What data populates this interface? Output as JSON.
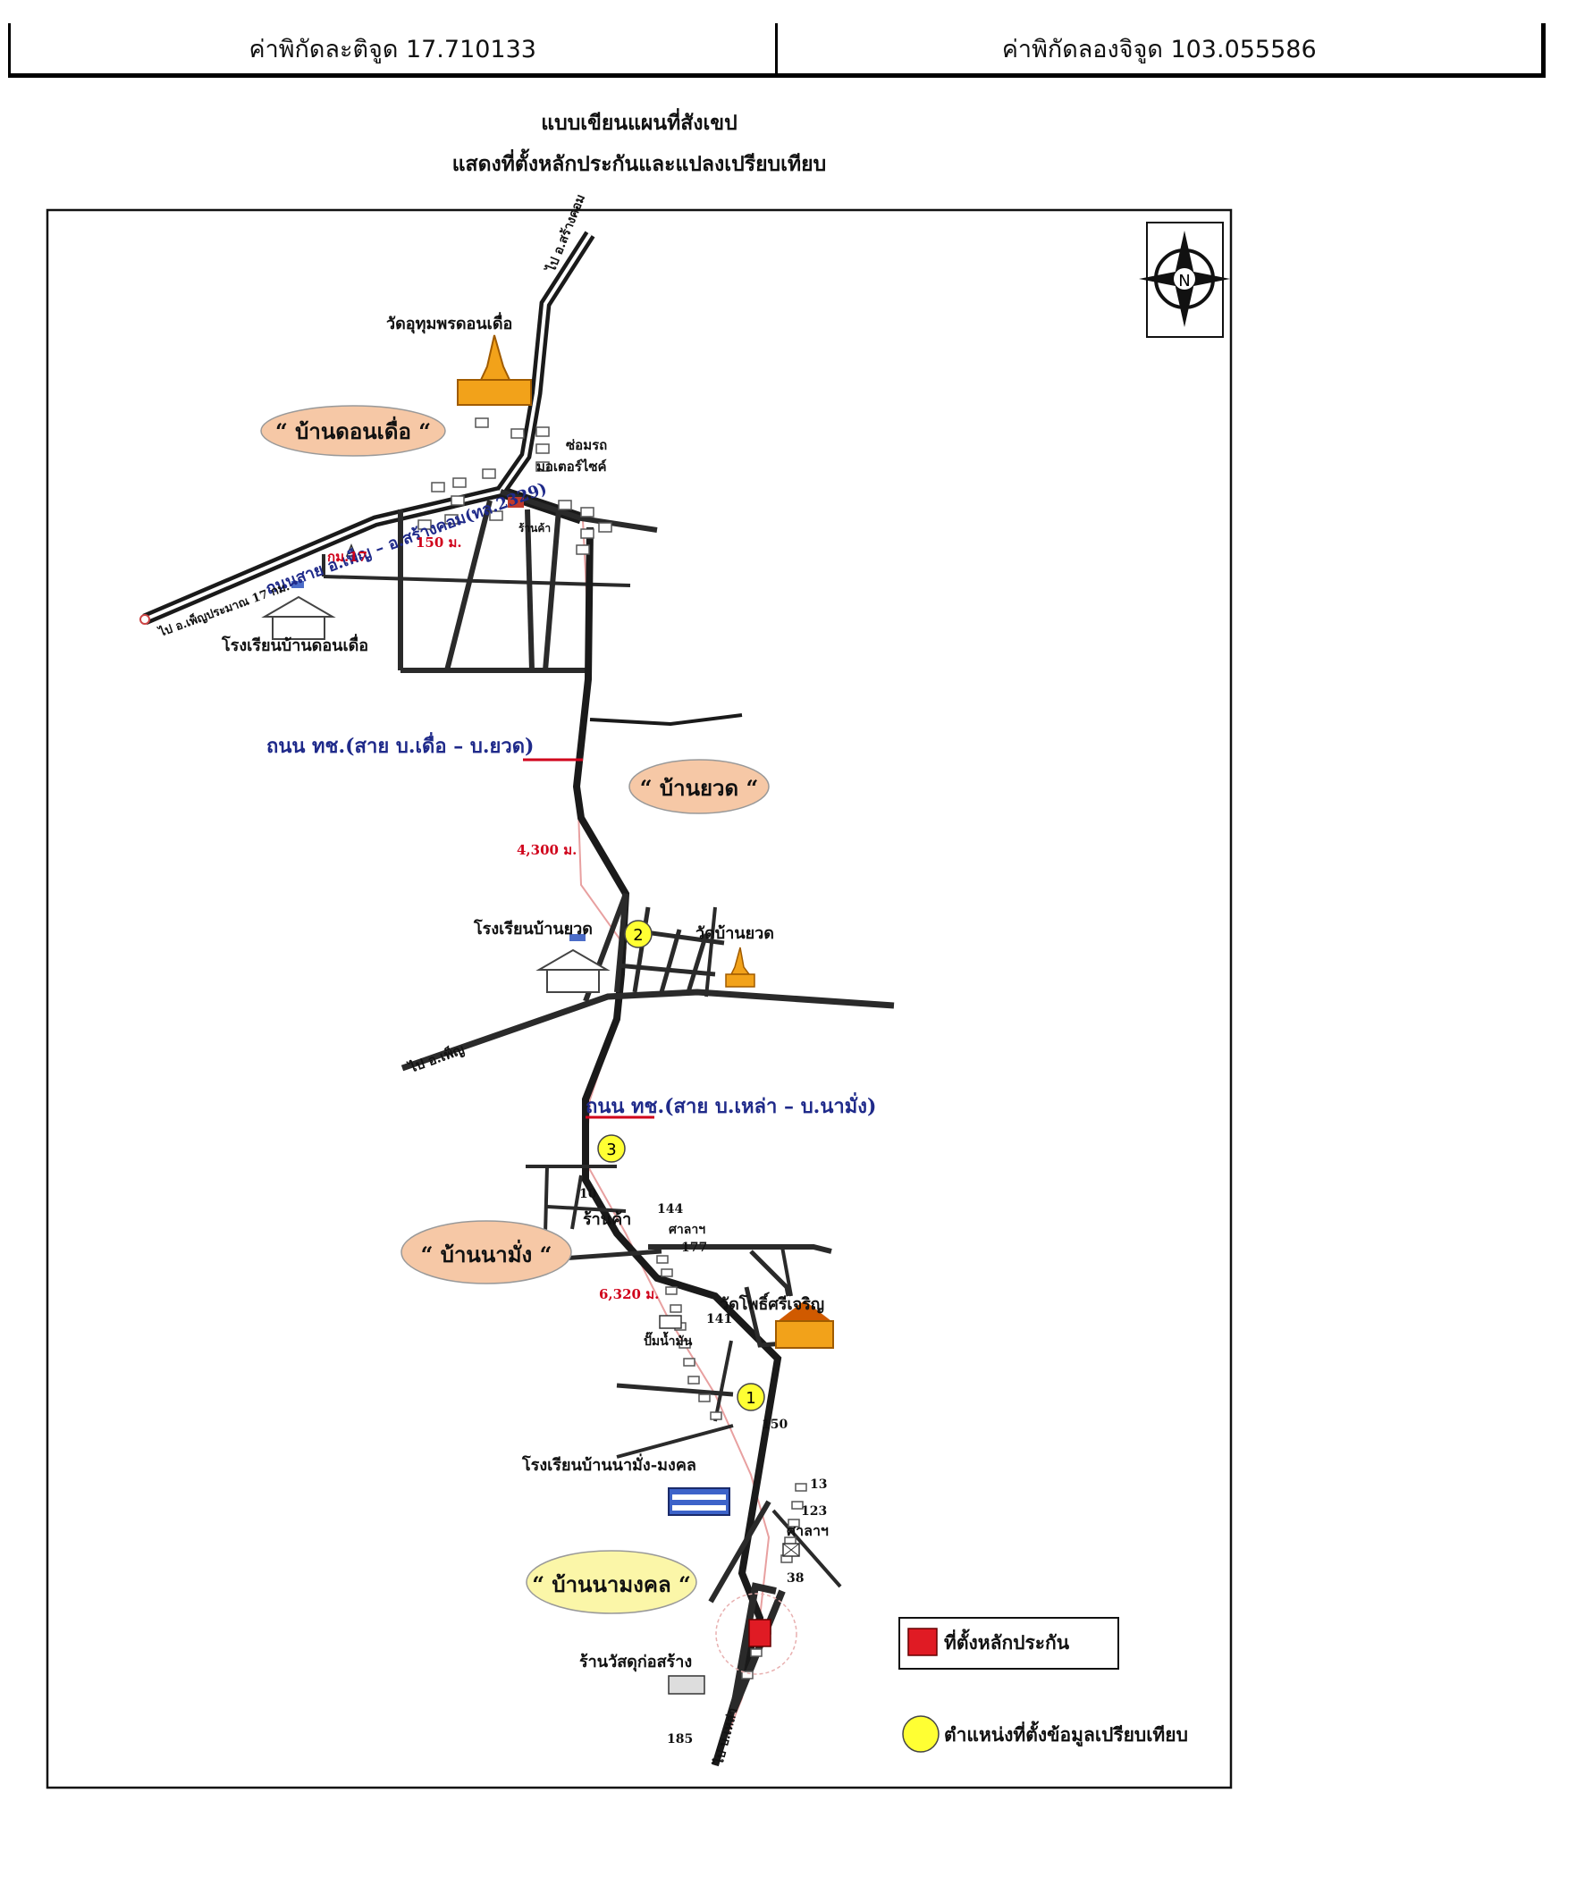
{
  "header": {
    "latitude": "ค่าพิกัดละติจูด 17.710133",
    "longitude": "ค่าพิกัดลองจิจูด 103.055586"
  },
  "titles": {
    "line1": "แบบเขียนแผนที่สังเขป",
    "line2": "แสดงที่ตั้งหลักประกันและแปลงเปรียบเทียบ"
  },
  "north_arrow": {
    "label": "N"
  },
  "villages": {
    "don_duea": "“ บ้านดอนเดื่อ “",
    "yuat": "“ บ้านยวด “",
    "na_mang": "“ บ้านนามั่ง “",
    "na_mongkhon": "“ บ้านนามงคล “"
  },
  "landmarks": {
    "wat_uthum": "วัดอุทุมพรดอนเดื่อ",
    "motorcycle_repair_1": "ซ่อมรถ",
    "motorcycle_repair_2": "มอเตอร์ไซค์",
    "shop_1": "ร้านค้า",
    "school_don_duea": "โรงเรียนบ้านดอนเดื่อ",
    "school_yuat": "โรงเรียนบ้านยวด",
    "wat_yuat": "วัดบ้านยวด",
    "shop_2": "ร้านค้า",
    "wat_pho": "วัดโพธิ์ศรีเจริญ",
    "gas_station": "ปั๊มน้ำมัน",
    "school_na_mang": "โรงเรียนบ้านนามั่ง-มงคล",
    "sala": "ศาลาฯ",
    "sala_2": "ศาลาฯ",
    "construction_store": "ร้านวัสดุก่อสร้าง"
  },
  "roads": {
    "highway": "ถนนสาย อ.เพ็ญ – อ.สร้างคอม(ทล.2329)",
    "to_phen_17": "ไป อ.เพ็ญประมาณ 17 กม.",
    "to_sang_khom": "ไป อ.สร้างคอม",
    "km_marker": "กม.17",
    "road_duea_yuat": "ถนน ทช.(สาย บ.เดื่อ – บ.ยวด)",
    "to_phen": "ไป อ.เพ็ญ",
    "road_lao_namang": "ถนน ทช.(สาย บ.เหล่า – บ.นามั่ง)",
    "to_ban_lao": "ไป บ.เหล่า"
  },
  "distances": {
    "d1": "150 ม.",
    "d2": "4,300 ม.",
    "d3": "6,320 ม."
  },
  "house_numbers": [
    "10",
    "144",
    "177",
    "141",
    "150",
    "13",
    "123",
    "38",
    "185"
  ],
  "markers": {
    "m1": "1",
    "m2": "2",
    "m3": "3"
  },
  "legend": {
    "collateral": "ที่ตั้งหลักประกัน",
    "comparison": "ตำแหน่งที่ตั้งข้อมูลเปรียบเทียบ"
  },
  "colors": {
    "road": "#1a1a1a",
    "village_fill": "#f6c8a6",
    "village_fill_light": "#fbf6a8",
    "marker_yellow": "#ffff33",
    "collateral_red": "#e01b24",
    "distance_red": "#d0021b",
    "road_name_blue": "#1f2a8a"
  }
}
